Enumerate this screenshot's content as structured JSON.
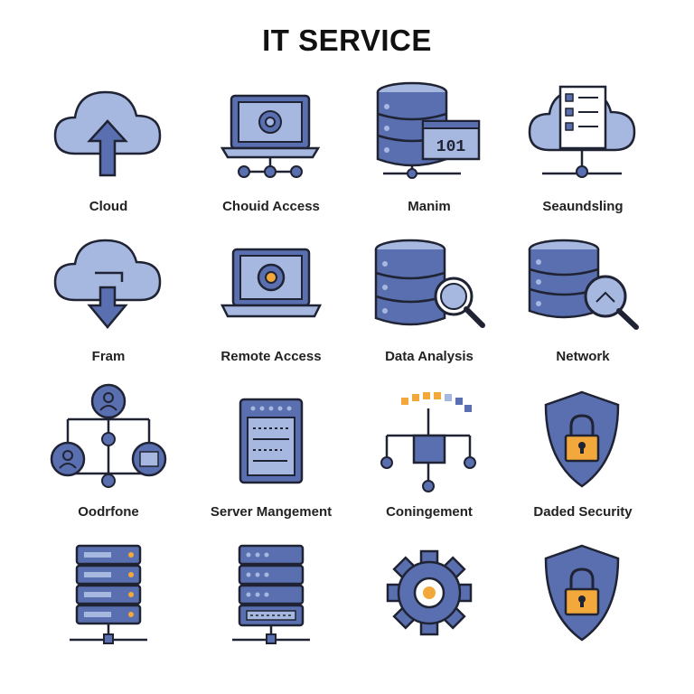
{
  "page": {
    "title": "IT SERVICE"
  },
  "colors": {
    "primary": "#5a6fb0",
    "light": "#a6b7e0",
    "dark": "#1f2333",
    "accent": "#f2a83b"
  },
  "icons": [
    {
      "label": "Cloud",
      "icon": "cloud-upload-icon"
    },
    {
      "label": "Chouid Access",
      "icon": "laptop-gear-icon"
    },
    {
      "label": "Manim",
      "icon": "database-binary-icon"
    },
    {
      "label": "Seaundsling",
      "icon": "cloud-checklist-icon"
    },
    {
      "label": "Fram",
      "icon": "cloud-download-icon"
    },
    {
      "label": "Remote Access",
      "icon": "laptop-gear-icon"
    },
    {
      "label": "Data Analysis",
      "icon": "database-search-icon"
    },
    {
      "label": "Network",
      "icon": "database-search-icon"
    },
    {
      "label": "Oodrfone",
      "icon": "user-network-icon"
    },
    {
      "label": "Server Mangement",
      "icon": "server-panel-icon"
    },
    {
      "label": "Coningement",
      "icon": "network-gauge-icon"
    },
    {
      "label": "Daded Security",
      "icon": "shield-lock-icon"
    },
    {
      "label": "",
      "icon": "server-rack-icon"
    },
    {
      "label": "",
      "icon": "server-rack-icon"
    },
    {
      "label": "",
      "icon": "gear-icon"
    },
    {
      "label": "",
      "icon": "shield-lock-icon"
    }
  ]
}
